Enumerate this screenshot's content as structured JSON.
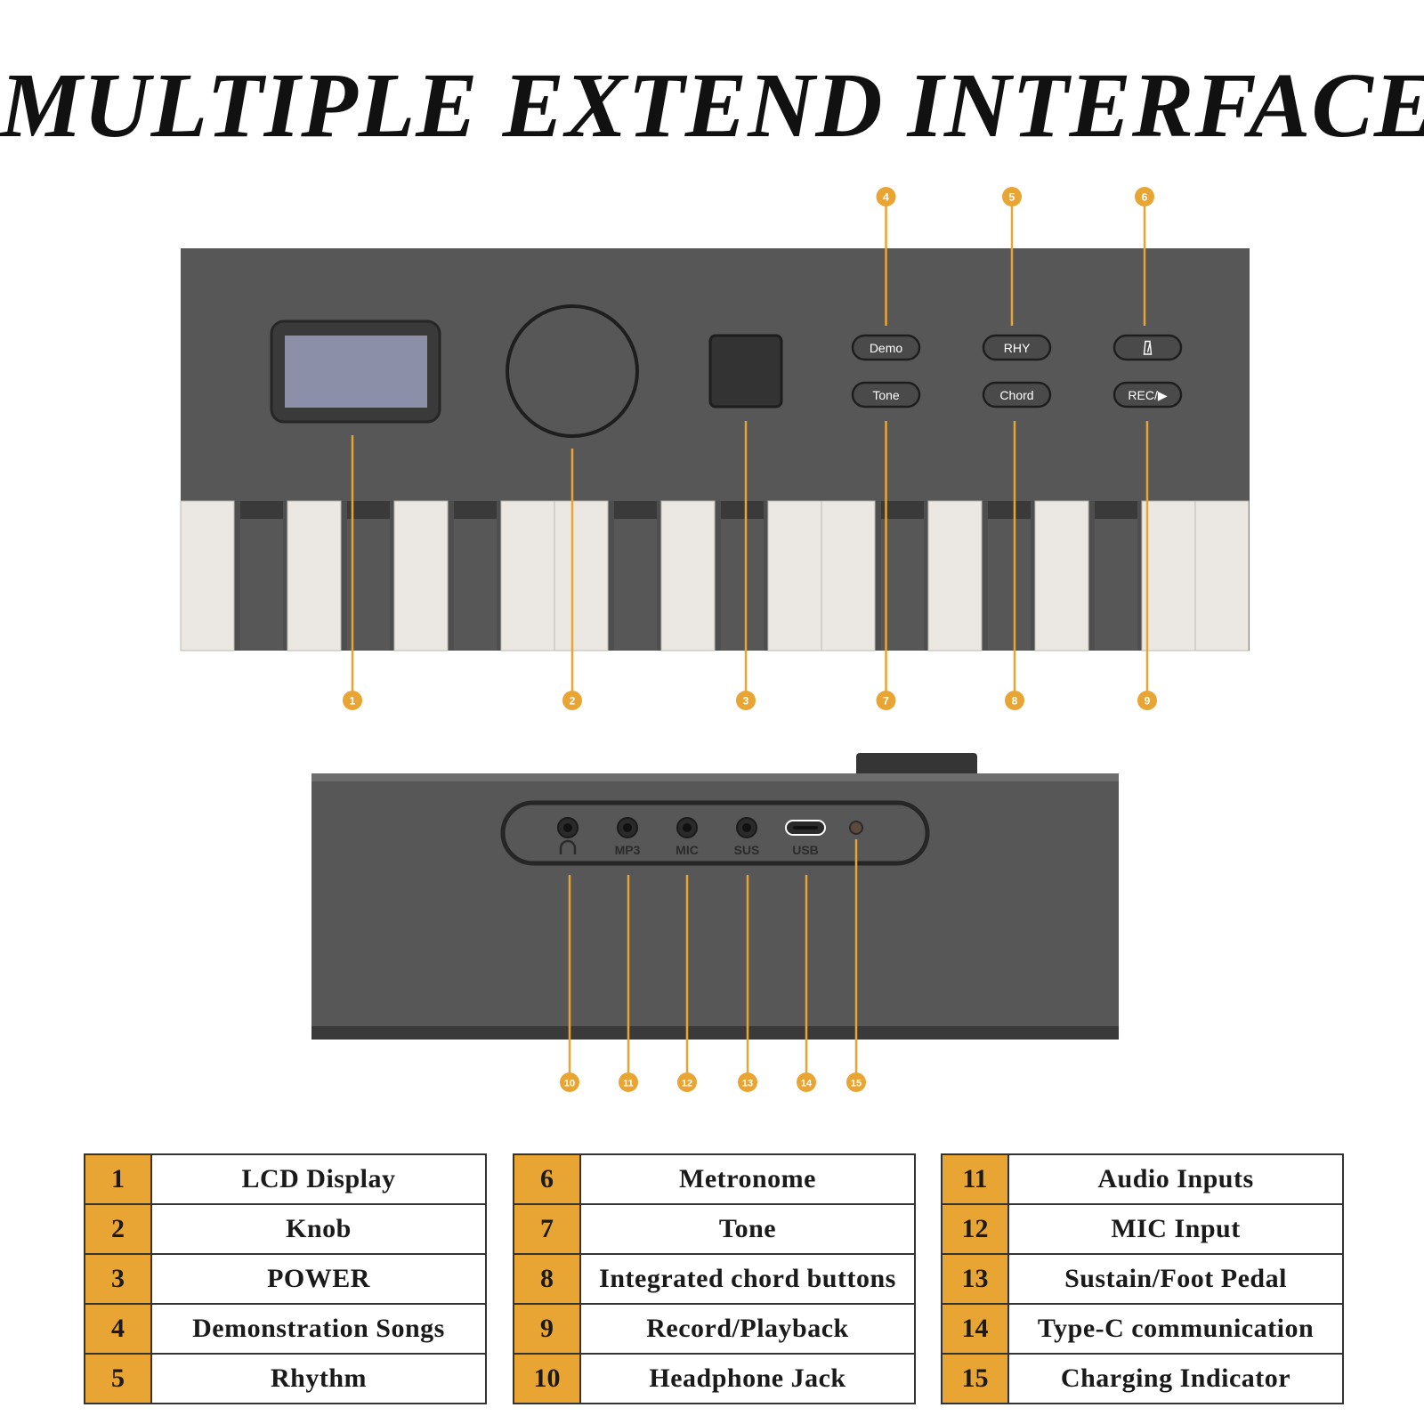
{
  "title": "MULTIPLE EXTEND INTERFACES",
  "colors": {
    "accent": "#e9a533",
    "panel": "#575757",
    "panel_dark": "#3a3a3a",
    "white_key": "#ebe8e4",
    "lcd": "#8b8fa8"
  },
  "top_panel": {
    "buttons": {
      "demo": "Demo",
      "tone": "Tone",
      "rhy": "RHY",
      "chord": "Chord",
      "metronome_icon": "metronome-icon",
      "rec": "REC/▶"
    }
  },
  "side_panel": {
    "ports": {
      "headphone_icon": "headphone-icon",
      "mp3": "MP3",
      "mic": "MIC",
      "sus": "SUS",
      "usb": "USB"
    }
  },
  "callouts": [
    "1",
    "2",
    "3",
    "4",
    "5",
    "6",
    "7",
    "8",
    "9",
    "10",
    "11",
    "12",
    "13",
    "14",
    "15"
  ],
  "legend": [
    [
      {
        "num": "1",
        "label": "LCD Display"
      },
      {
        "num": "2",
        "label": "Knob"
      },
      {
        "num": "3",
        "label": "POWER"
      },
      {
        "num": "4",
        "label": "Demonstration Songs"
      },
      {
        "num": "5",
        "label": "Rhythm"
      }
    ],
    [
      {
        "num": "6",
        "label": "Metronome"
      },
      {
        "num": "7",
        "label": "Tone"
      },
      {
        "num": "8",
        "label": "Integrated chord buttons"
      },
      {
        "num": "9",
        "label": "Record/Playback"
      },
      {
        "num": "10",
        "label": "Headphone Jack"
      }
    ],
    [
      {
        "num": "11",
        "label": "Audio Inputs"
      },
      {
        "num": "12",
        "label": "MIC Input"
      },
      {
        "num": "13",
        "label": "Sustain/Foot Pedal"
      },
      {
        "num": "14",
        "label": "Type-C communication"
      },
      {
        "num": "15",
        "label": "Charging Indicator"
      }
    ]
  ]
}
